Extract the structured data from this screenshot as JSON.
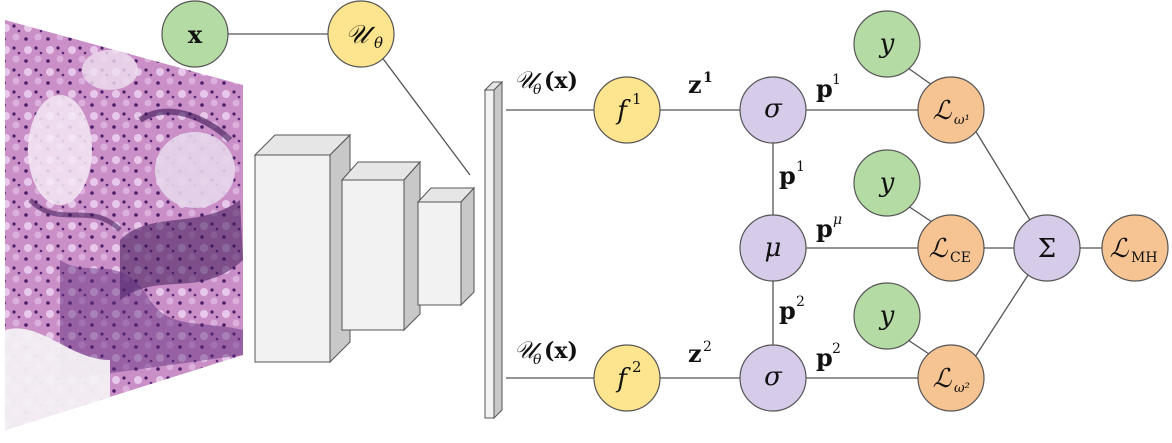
{
  "colors": {
    "green": "#b5dba4",
    "yellow": "#fde48e",
    "purple": "#d6cbe9",
    "orange": "#f6c493",
    "stroke": "#555555",
    "block": "#f0f0f0",
    "block_side": "#d0d0d0",
    "tissue_bg": "#c890c8",
    "tissue_dark": "#5a2a7a"
  },
  "nodes": {
    "x_input": {
      "main": "x"
    },
    "u_theta": {
      "main": "𝒰",
      "sub": "θ"
    },
    "f1": {
      "main": "f",
      "sup": "1"
    },
    "f2": {
      "main": "f",
      "sup": "2"
    },
    "sigma1": {
      "main": "σ"
    },
    "sigma2": {
      "main": "σ"
    },
    "mu": {
      "main": "μ"
    },
    "y1": {
      "main": "y"
    },
    "y2": {
      "main": "y"
    },
    "y3": {
      "main": "y"
    },
    "loss_w1": {
      "main": "ℒ",
      "sub": "ω¹"
    },
    "loss_ce": {
      "main": "ℒ",
      "sub": "CE"
    },
    "loss_w2": {
      "main": "ℒ",
      "sub": "ω²"
    },
    "sum": {
      "main": "Σ"
    },
    "loss_mh": {
      "main": "ℒ",
      "sub": "MH"
    }
  },
  "edge_labels": {
    "u_top": {
      "pre": "𝒰",
      "sub": "θ",
      "post": "(x)"
    },
    "u_bottom": {
      "pre": "𝒰",
      "sub": "θ",
      "post": "(x)"
    },
    "z1": {
      "main": "z",
      "sup": "1"
    },
    "z2": {
      "main": "z",
      "sup": "2"
    },
    "p1_right": {
      "main": "p",
      "sup": "1"
    },
    "p1_down": {
      "main": "p",
      "sup": "1"
    },
    "p2_up": {
      "main": "p",
      "sup": "2"
    },
    "p2_right": {
      "main": "p",
      "sup": "2"
    },
    "pmu": {
      "main": "p",
      "sup": "μ"
    }
  }
}
